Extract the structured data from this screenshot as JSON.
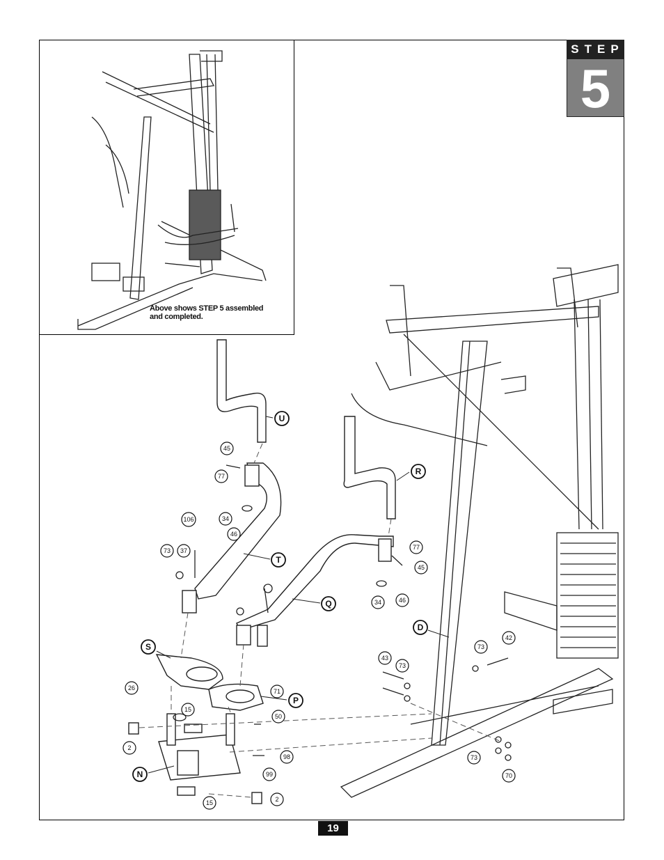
{
  "step": {
    "label": "STEP",
    "number": "5"
  },
  "inset_caption": {
    "line1": "Above shows STEP 5 assembled",
    "line2": "and completed."
  },
  "page_number": "19",
  "part_letters": [
    "U",
    "R",
    "T",
    "Q",
    "D",
    "S",
    "P",
    "N"
  ],
  "part_numbers": [
    "45",
    "77",
    "34",
    "46",
    "106",
    "73",
    "37",
    "77",
    "45",
    "34",
    "46",
    "73",
    "42",
    "43",
    "73",
    "26",
    "71",
    "15",
    "50",
    "2",
    "98",
    "99",
    "2",
    "15",
    "73",
    "70"
  ]
}
